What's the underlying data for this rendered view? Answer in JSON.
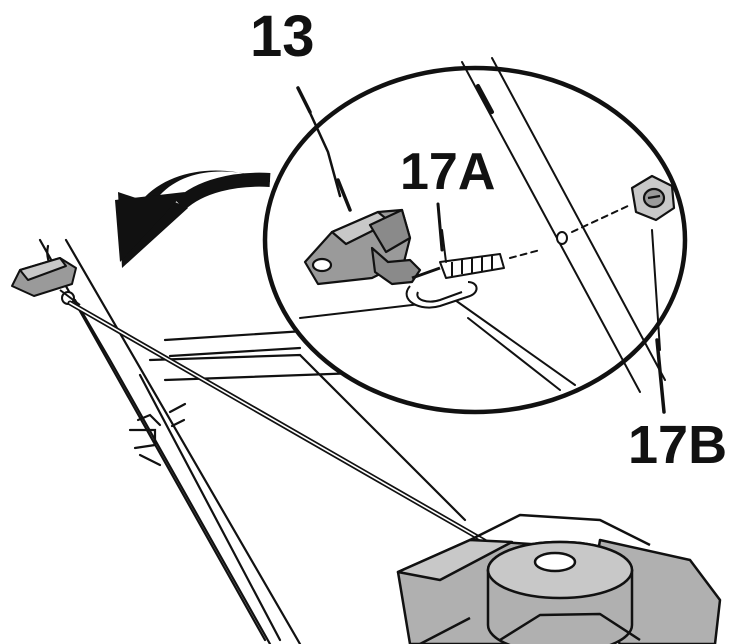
{
  "callouts": {
    "part_13": "13",
    "part_17a": "17A",
    "part_17b": "17B"
  },
  "colors": {
    "line": "#111111",
    "part_fill": "#9a9a9a",
    "part_fill_light": "#c8c8c8",
    "engine_fill": "#b0b0b0",
    "background": "#ffffff"
  },
  "icons": {
    "rotation_arrow": "curved-arrow-left-icon",
    "grip": "bail-grip-icon",
    "engine": "engine-icon"
  }
}
